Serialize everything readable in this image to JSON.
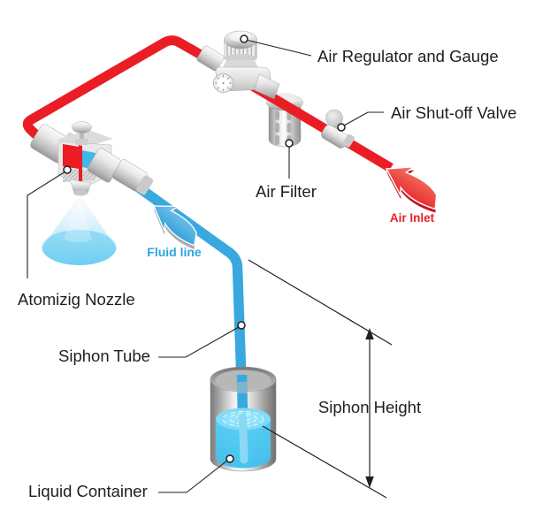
{
  "diagram": {
    "labels": {
      "air_regulator": "Air Regulator and Gauge",
      "air_shutoff_valve": "Air Shut-off Valve",
      "air_filter": "Air Filter",
      "air_inlet": "Air Inlet",
      "fluid_line": "Fluid line",
      "atomizing_nozzle": "Atomizig Nozzle",
      "siphon_tube": "Siphon Tube",
      "siphon_height": "Siphon Height",
      "liquid_container": "Liquid Container"
    },
    "colors": {
      "air_line": "#EA1D25",
      "fluid_line": "#38A8DF",
      "air_inlet_text": "#E8212A",
      "fluid_line_text": "#2BA4DE",
      "label_text": "#1E1E1E",
      "leader_line": "#231F20"
    }
  }
}
